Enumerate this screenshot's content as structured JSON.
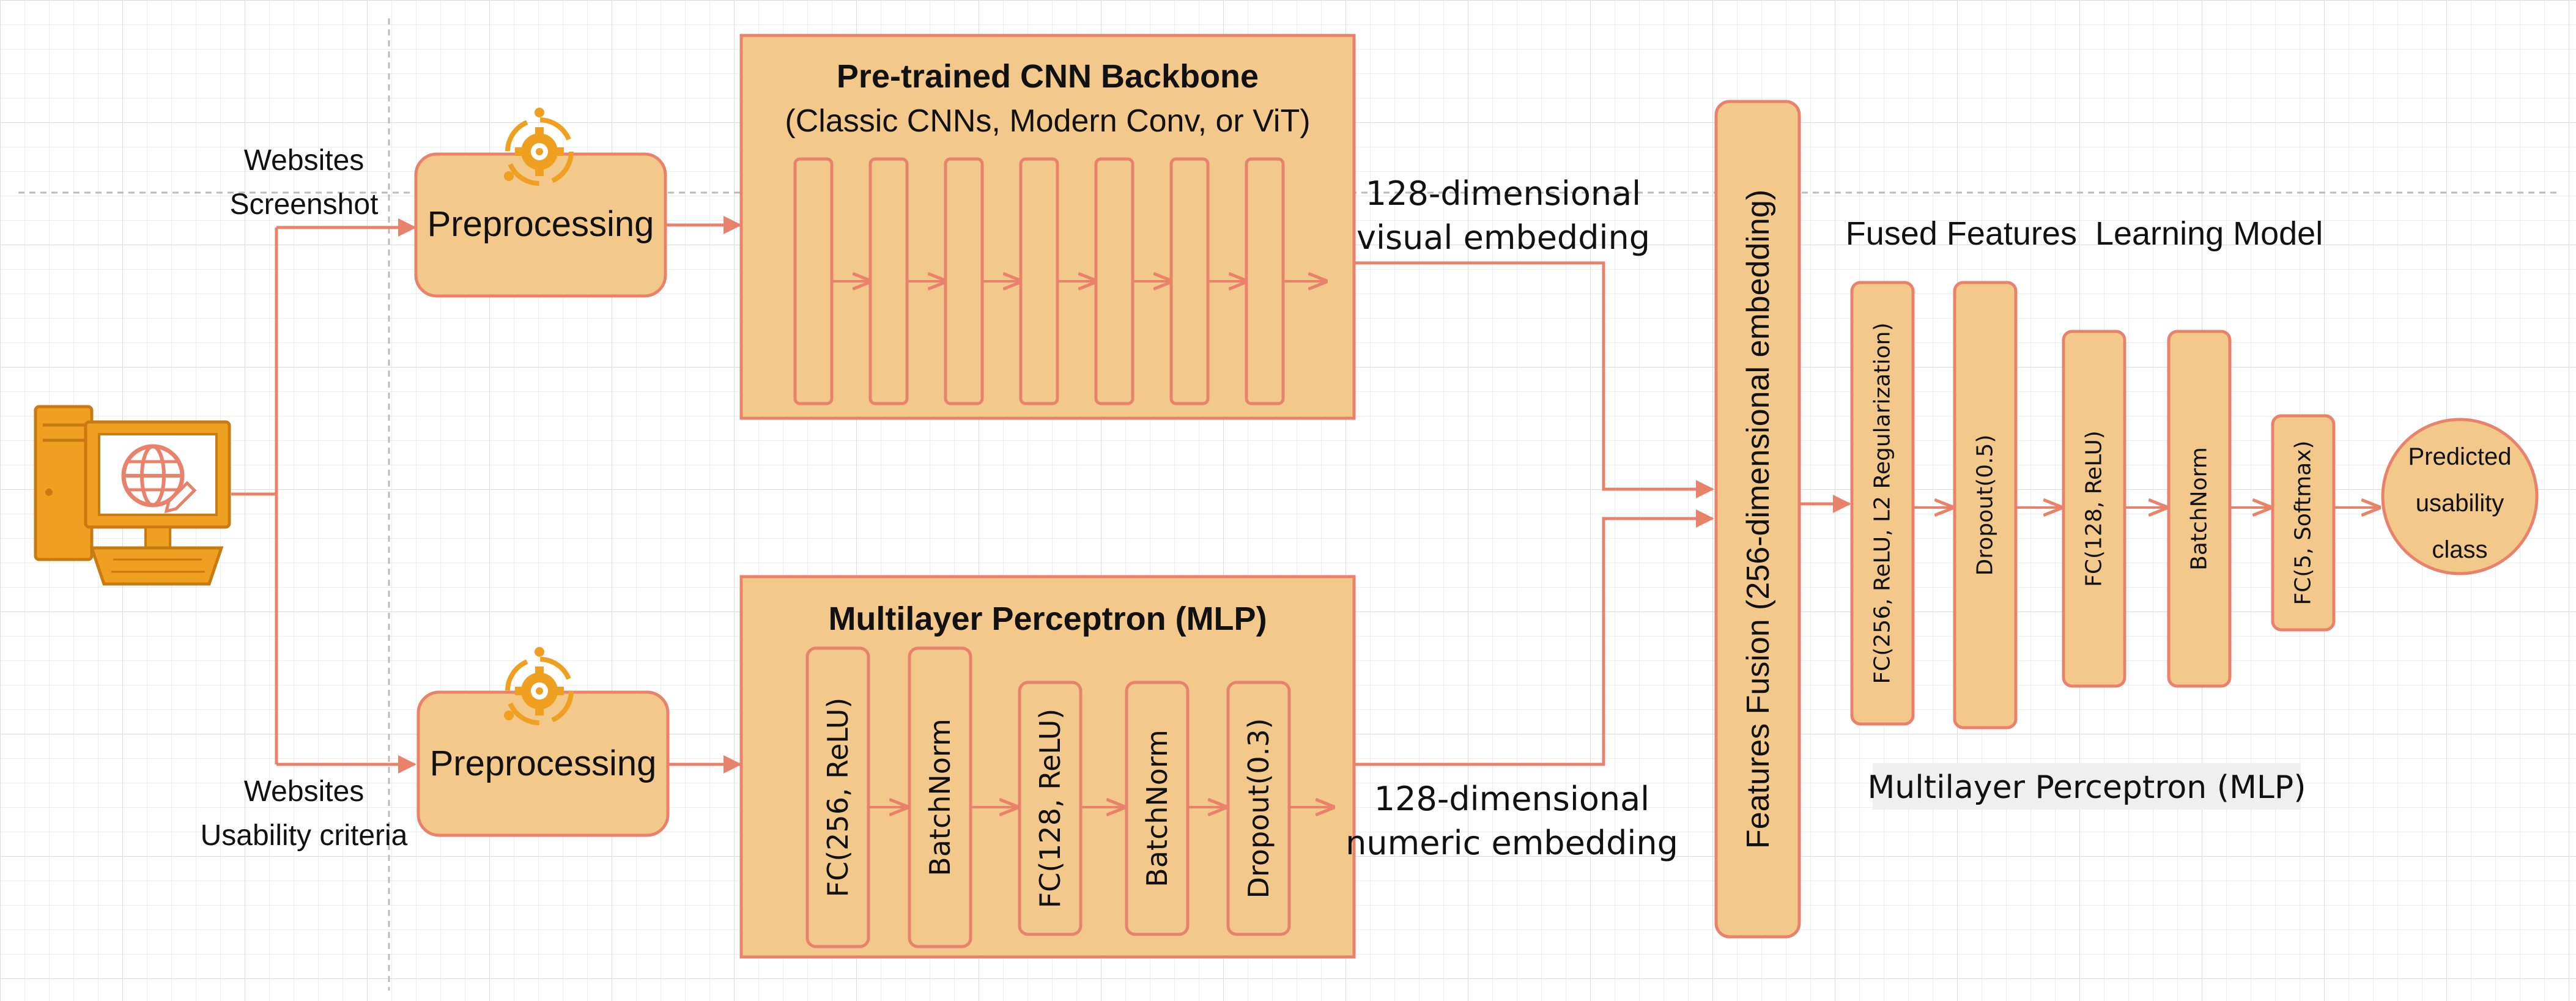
{
  "colors": {
    "box_fill": "#F3C98B",
    "box_stroke": "#E8826A",
    "arrow": "#E8826A",
    "icon_orange": "#F0A020",
    "icon_dark": "#C97A10",
    "screen_white": "#FFFFFF",
    "text": "#111111",
    "grid": "#E4E4E4",
    "label_bg": "#EFEFEF"
  },
  "inputs": {
    "top": "Websites\nScreenshot",
    "bottom": "Websites\nUsability criteria"
  },
  "icons": {
    "computer": "computer-globe-icon",
    "preprocess": "gear-cycle-icon"
  },
  "preprocessing_top": "Preprocessing",
  "preprocessing_bottom": "Preprocessing",
  "cnn": {
    "title": "Pre-trained CNN Backbone",
    "subtitle": "(Classic CNNs, Modern Conv, or ViT)",
    "layer_count": 7
  },
  "mlp_input": {
    "title": "Multilayer Perceptron (MLP)",
    "layers": [
      "FC(256, ReLU)",
      "BatchNorm",
      "FC(128, ReLU)",
      "BatchNorm",
      "Dropout(0.3)"
    ]
  },
  "visual_embedding": "128-dimensional\nvisual embedding",
  "numeric_embedding": "128-dimensional\nnumeric embedding",
  "fusion": "Features Fusion (256-dimensional embedding)",
  "fused_title": "Fused Features  Learning Model",
  "fused_layers": [
    "FC(256, ReLU, L2 Regularization)",
    "Dropout(0.5)",
    "FC(128, ReLU)",
    "BatchNorm",
    "FC(5, Softmax)"
  ],
  "output": "Predicted\nusability\nclass",
  "mlp_label": "Multilayer Perceptron (MLP)"
}
